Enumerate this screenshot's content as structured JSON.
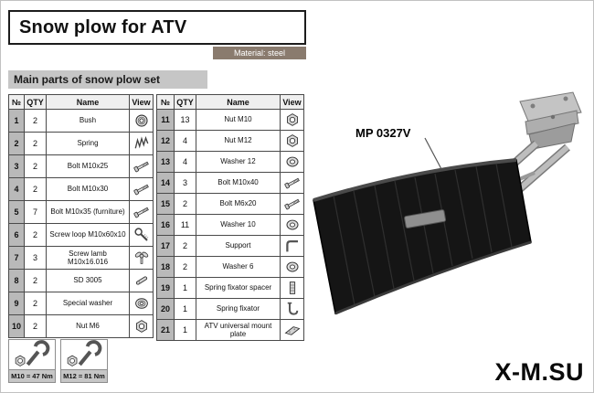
{
  "header": {
    "title": "Snow plow for ATV",
    "material": "Material: steel"
  },
  "section": {
    "title": "Main parts of snow plow set"
  },
  "table": {
    "headers": {
      "no": "№",
      "qty": "QTY",
      "name": "Name",
      "view": "View"
    }
  },
  "parts_left": [
    {
      "no": "1",
      "qty": "2",
      "name": "Bush",
      "view_icon": "bush-icon"
    },
    {
      "no": "2",
      "qty": "2",
      "name": "Spring",
      "view_icon": "spring-icon"
    },
    {
      "no": "3",
      "qty": "2",
      "name": "Bolt M10x25",
      "view_icon": "bolt-icon"
    },
    {
      "no": "4",
      "qty": "2",
      "name": "Bolt M10x30",
      "view_icon": "bolt-icon"
    },
    {
      "no": "5",
      "qty": "7",
      "name": "Bolt M10x35 (furniture)",
      "view_icon": "furniture-bolt-icon"
    },
    {
      "no": "6",
      "qty": "2",
      "name": "Screw loop M10x60x10",
      "view_icon": "screw-loop-icon"
    },
    {
      "no": "7",
      "qty": "3",
      "name": "Screw lamb M10x16.016",
      "view_icon": "wing-screw-icon"
    },
    {
      "no": "8",
      "qty": "2",
      "name": "SD 3005",
      "view_icon": "pin-icon"
    },
    {
      "no": "9",
      "qty": "2",
      "name": "Special washer",
      "view_icon": "special-washer-icon"
    },
    {
      "no": "10",
      "qty": "2",
      "name": "Nut M6",
      "view_icon": "nut-icon"
    }
  ],
  "parts_right": [
    {
      "no": "11",
      "qty": "13",
      "name": "Nut M10",
      "view_icon": "nut-icon"
    },
    {
      "no": "12",
      "qty": "4",
      "name": "Nut M12",
      "view_icon": "nut-icon"
    },
    {
      "no": "13",
      "qty": "4",
      "name": "Washer 12",
      "view_icon": "washer-icon"
    },
    {
      "no": "14",
      "qty": "3",
      "name": "Bolt M10x40",
      "view_icon": "bolt-icon"
    },
    {
      "no": "15",
      "qty": "2",
      "name": "Bolt M6x20",
      "view_icon": "bolt-icon"
    },
    {
      "no": "16",
      "qty": "11",
      "name": "Washer 10",
      "view_icon": "washer-icon"
    },
    {
      "no": "17",
      "qty": "2",
      "name": "Support",
      "view_icon": "support-icon"
    },
    {
      "no": "18",
      "qty": "2",
      "name": "Washer 6",
      "view_icon": "washer-icon"
    },
    {
      "no": "19",
      "qty": "1",
      "name": "Spring fixator spacer",
      "view_icon": "spacer-icon"
    },
    {
      "no": "20",
      "qty": "1",
      "name": "Spring fixator",
      "view_icon": "fixator-icon"
    },
    {
      "no": "21",
      "qty": "1",
      "name": "ATV universal mount plate",
      "view_icon": "mount-plate-icon"
    }
  ],
  "illustration": {
    "model": "MP 0327V"
  },
  "torque": {
    "m10": "M10 = 47 Nm",
    "m12": "M12 = 81 Nm"
  },
  "watermark": "X-M.SU",
  "colors": {
    "material_bar": "#8a7b6e",
    "section_bar": "#c6c6c6",
    "row_number_bg": "#b9b9b9",
    "blade": "#151515",
    "metal": "#b5b5b5"
  }
}
